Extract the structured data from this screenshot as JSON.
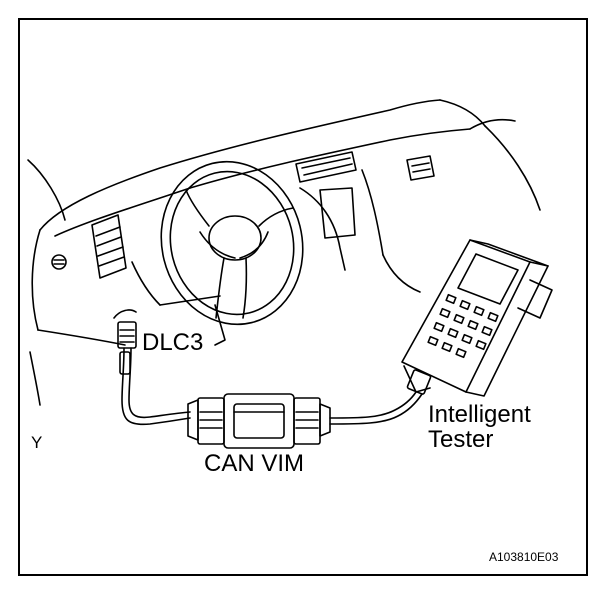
{
  "diagram": {
    "labels": {
      "dlc3": "DLC3",
      "can_vim": "CAN VIM",
      "tester": "Intelligent\nTester",
      "corner_mark": "Y",
      "figure_id": "A103810E03"
    },
    "colors": {
      "line": "#000000",
      "background": "#ffffff",
      "shade": "#000000"
    }
  }
}
